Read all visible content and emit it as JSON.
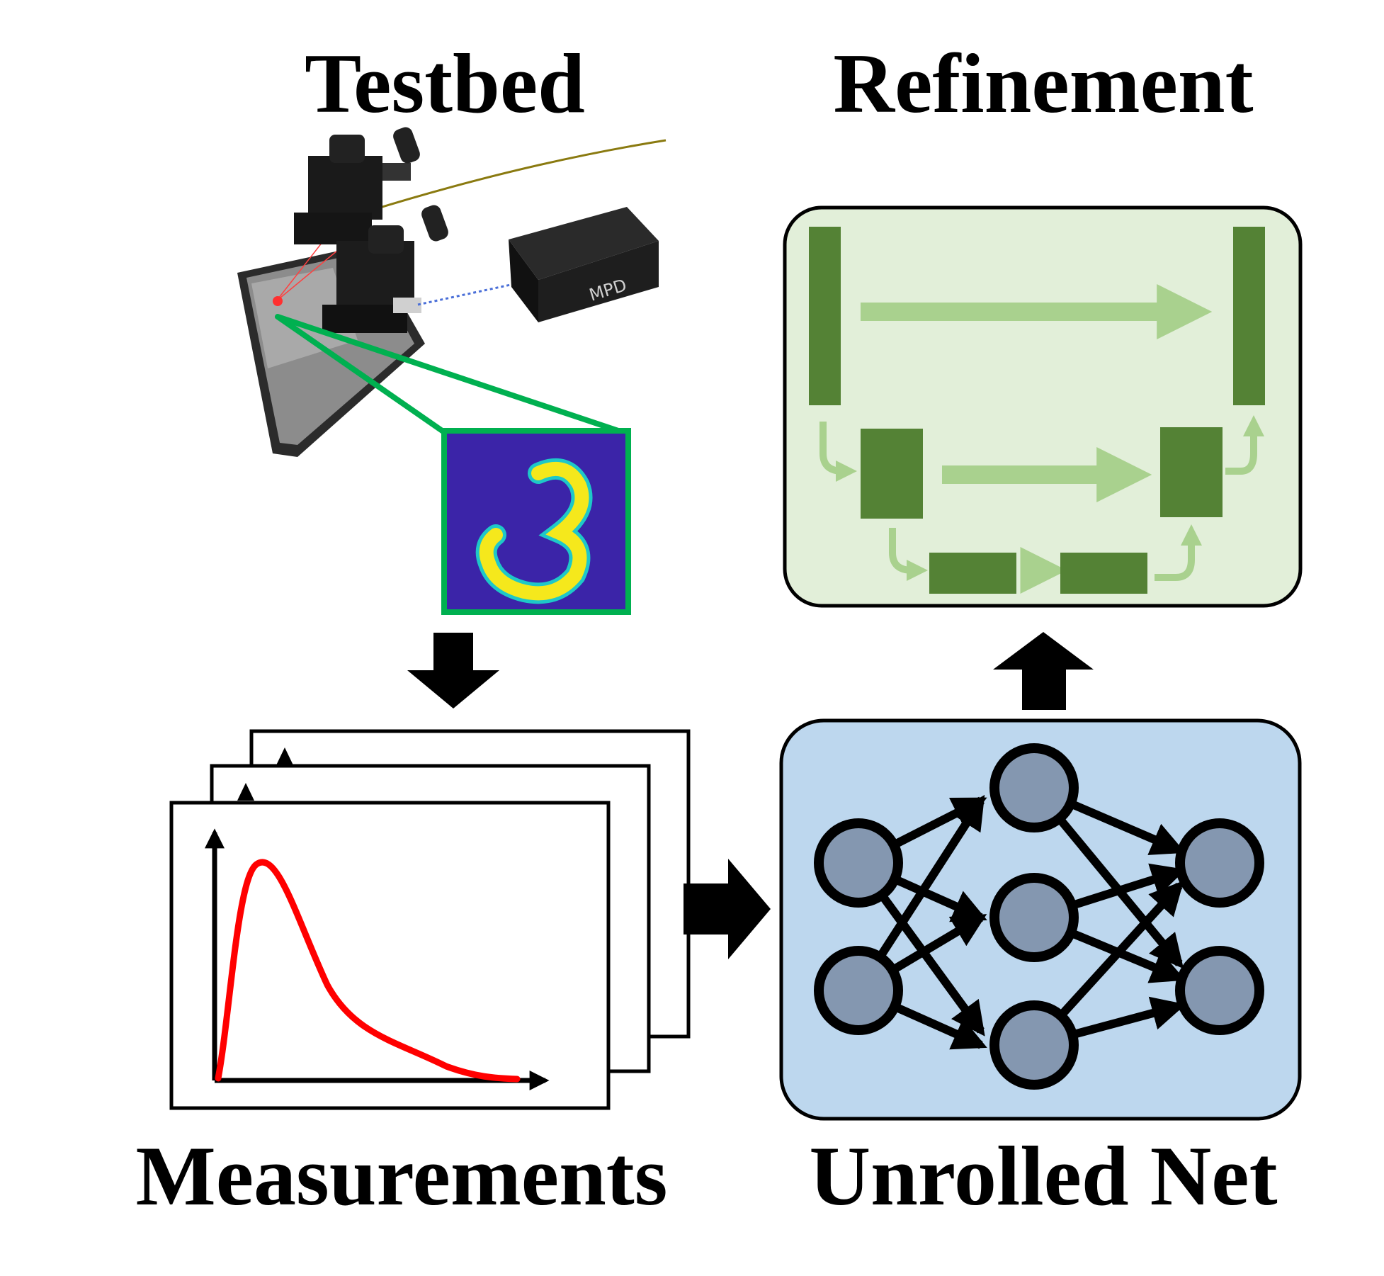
{
  "labels": {
    "testbed": "Testbed",
    "refinement": "Refinement",
    "measurements": "Measurements",
    "unrolled_net": "Unrolled Net"
  },
  "camera_brand": "MPD",
  "colors": {
    "refinement_fill": "#e2efd9",
    "unet_block": "#548235",
    "unet_arrow": "#a9d18e",
    "net_fill": "#bdd7ee",
    "node_fill": "#8497b0",
    "curve": "#ff0000",
    "digit_bg": "#3b24a8",
    "digit_stroke": "#f5e81c",
    "zoom_frame": "#00b050"
  },
  "icons": {
    "testbed_render": "optical-testbed-icon",
    "digit": "digit-3-icon"
  }
}
